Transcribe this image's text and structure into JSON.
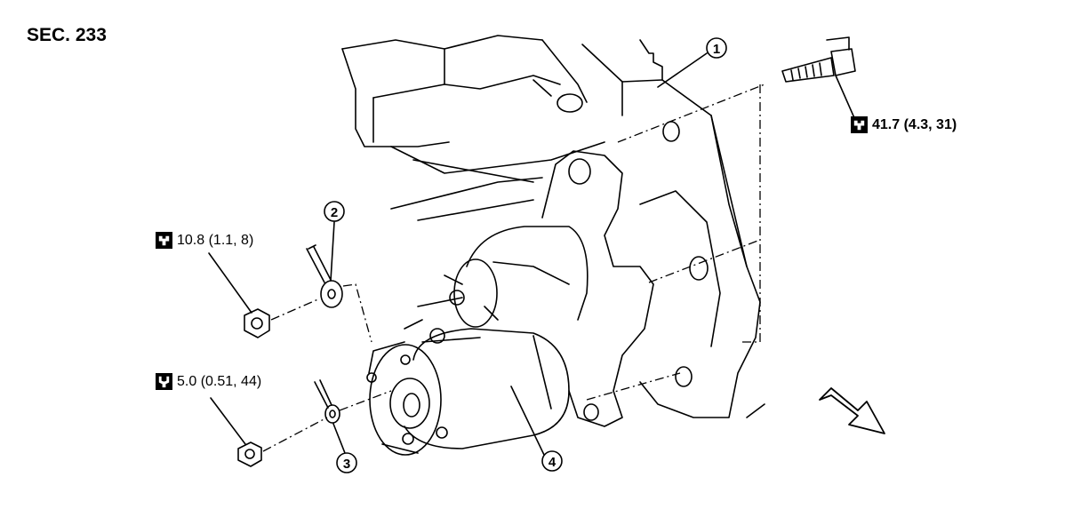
{
  "section_label": "SEC. 233",
  "torques": [
    {
      "id": "bolt",
      "text": "41.7 (4.3, 31)",
      "icon": "torque-wrench-icon"
    },
    {
      "id": "nut-b-terminal",
      "text": "10.8 (1.1, 8)",
      "icon": "torque-wrench-icon"
    },
    {
      "id": "nut-s-terminal",
      "text": "5.0 (0.51, 44)",
      "icon": "torque-screwdriver-icon"
    }
  ],
  "callouts": [
    "1",
    "2",
    "3",
    "4"
  ],
  "direction_arrow": "front-arrow-icon"
}
